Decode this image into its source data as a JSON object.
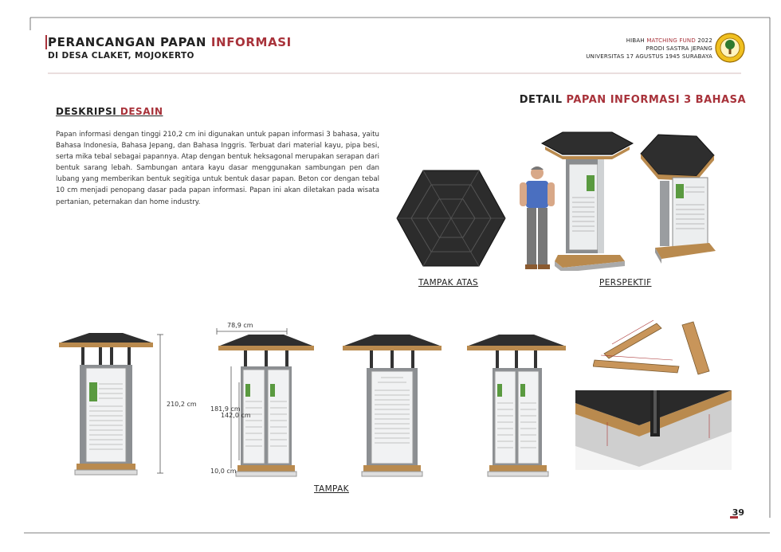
{
  "header": {
    "title_main": "PERANCANGAN PAPAN ",
    "title_accent": "INFORMASI",
    "subtitle": "DI DESA CLAKET, MOJOKERTO",
    "right_line1_a": "HIBAH ",
    "right_line1_accent": "MATCHING FUND",
    "right_line1_b": " 2022",
    "right_line2": "PRODI SASTRA JEPANG",
    "right_line3": "UNIVERSITAS 17 AGUSTUS 1945 SURABAYA"
  },
  "description": {
    "title_main": "DESKRIPSI ",
    "title_accent": "DESAIN",
    "body": "Papan informasi dengan tinggi 210,2 cm ini digunakan untuk papan informasi 3 bahasa, yaitu Bahasa Indonesia, Bahasa Jepang, dan Bahasa Inggris. Terbuat dari material kayu, pipa besi, serta mika tebal sebagai papannya. Atap dengan bentuk heksagonal merupakan serapan dari bentuk sarang lebah. Sambungan antara kayu dasar menggunakan sambungan pen dan lubang yang memberikan bentuk segitiga untuk bentuk dasar papan. Beton cor dengan tebal 10 cm menjadi penopang dasar pada papan informasi. Papan ini akan diletakan pada wisata pertanian, peternakan dan home industry."
  },
  "detail": {
    "title_main": "DETAIL ",
    "title_accent": "PAPAN INFORMASI 3 BAHASA"
  },
  "labels": {
    "top_view": "TAMPAK ATAS",
    "perspective": "PERSPEKTIF",
    "elevation": "TAMPAK"
  },
  "dimensions": {
    "height_total": "210,2 cm",
    "width": "78,9 cm",
    "height_panel": "181,9 cm",
    "height_board": "142,0 cm",
    "base": "10,0 cm"
  },
  "page_number": "39",
  "colors": {
    "accent": "#a8323a",
    "wood": "#b98a4e",
    "roof": "#2e2e2e",
    "panel": "#bfc3c7"
  }
}
